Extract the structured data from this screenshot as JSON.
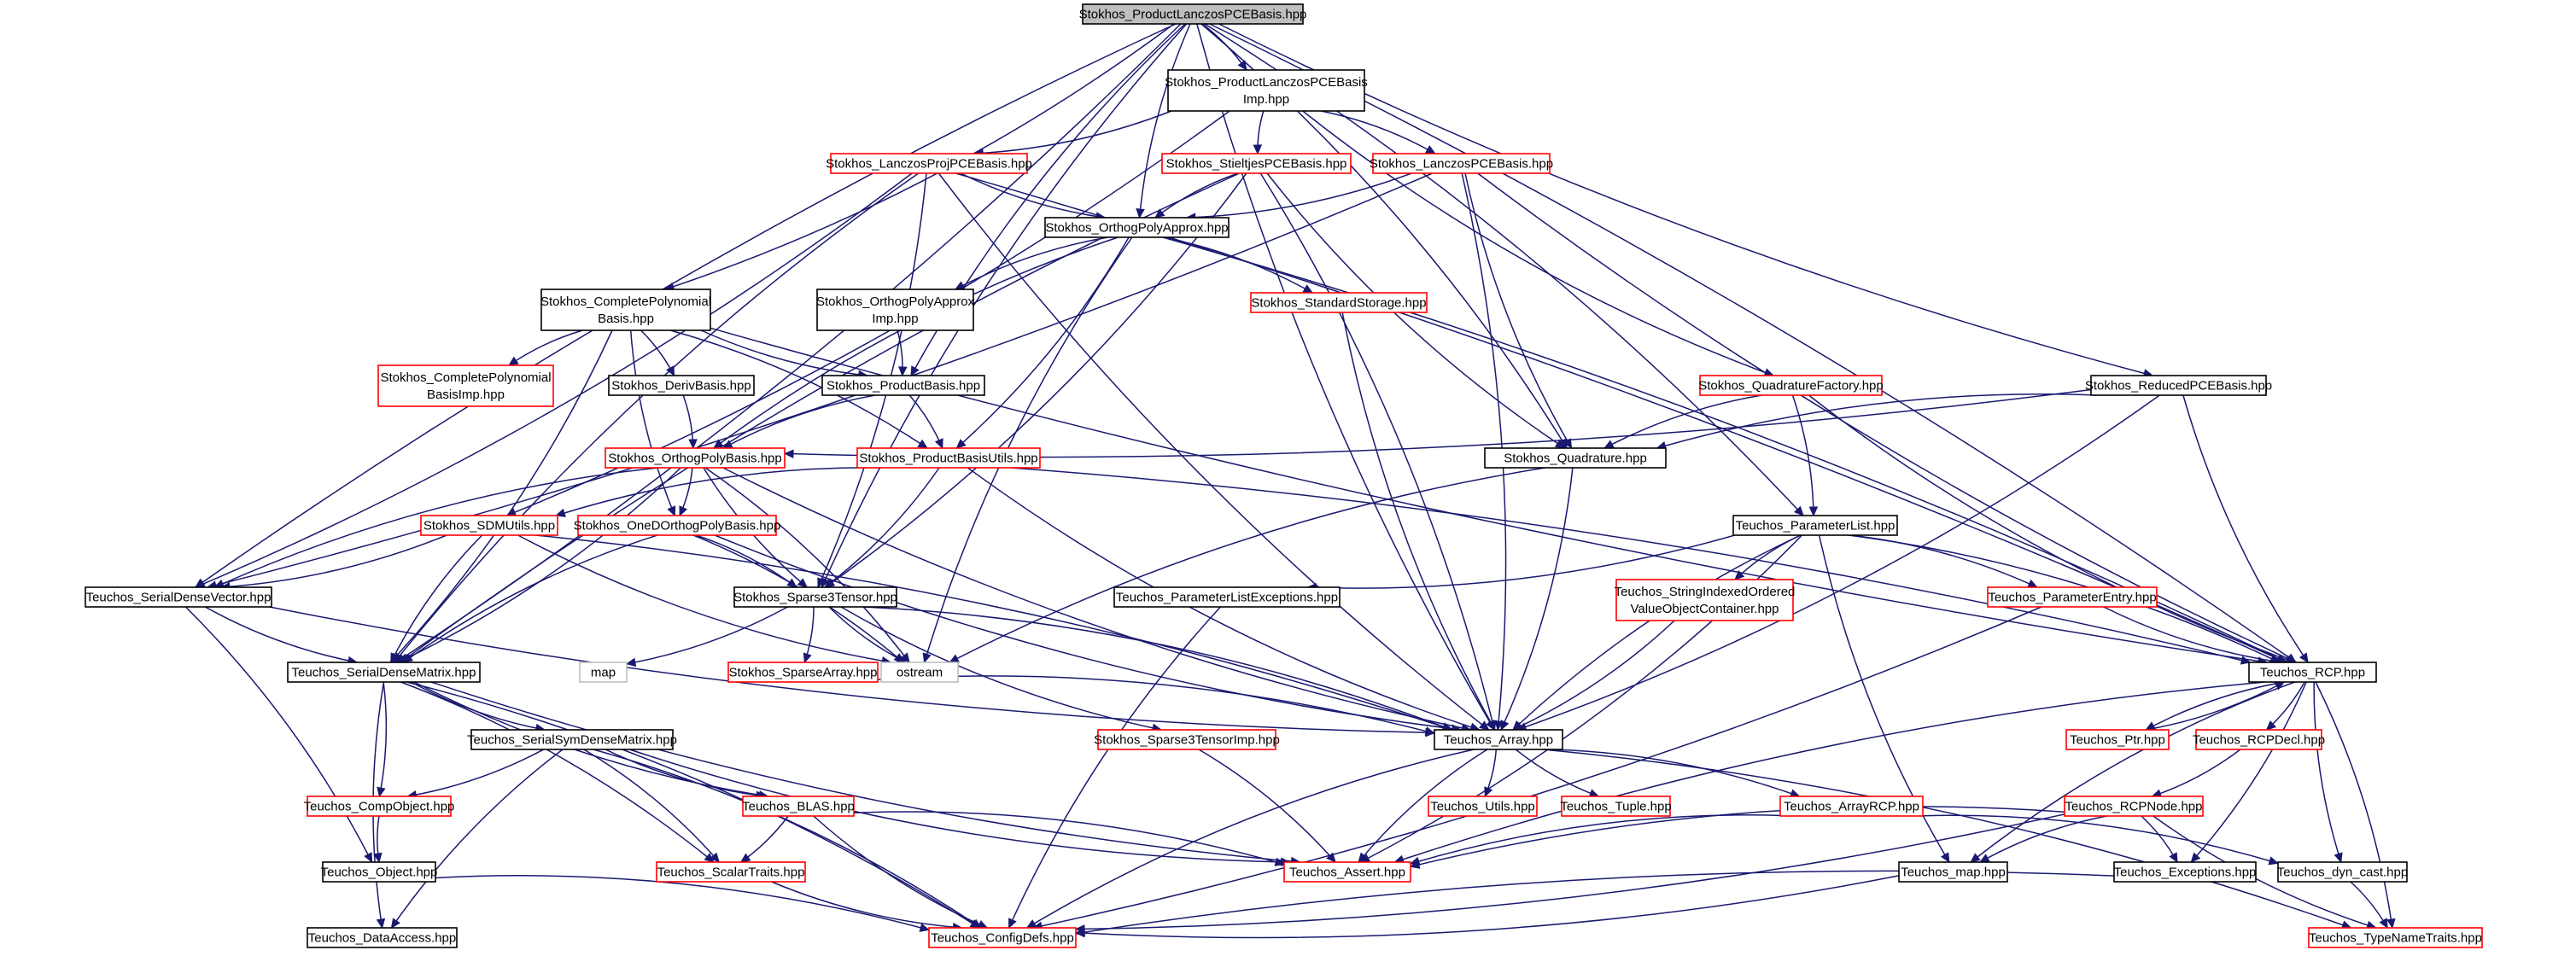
{
  "graph": {
    "colors": {
      "root_fill": "#bfbfbf",
      "normal_border": "#000000",
      "truncated_border": "#ff0000",
      "external_border": "#bfbfbf",
      "edge": "#191970"
    },
    "nodes": [
      {
        "id": "root",
        "lines": [
          "Stokhos_ProductLanczosPCEBasis.hpp"
        ],
        "style": "root"
      },
      {
        "id": "imp",
        "lines": [
          "Stokhos_ProductLanczosPCEBasis",
          "Imp.hpp"
        ],
        "style": "normal"
      },
      {
        "id": "lproj",
        "lines": [
          "Stokhos_LanczosProjPCEBasis.hpp"
        ],
        "style": "truncated"
      },
      {
        "id": "stieltjes",
        "lines": [
          "Stokhos_StieltjesPCEBasis.hpp"
        ],
        "style": "truncated"
      },
      {
        "id": "lanczos",
        "lines": [
          "Stokhos_LanczosPCEBasis.hpp"
        ],
        "style": "truncated"
      },
      {
        "id": "opa",
        "lines": [
          "Stokhos_OrthogPolyApprox.hpp"
        ],
        "style": "normal"
      },
      {
        "id": "cpb",
        "lines": [
          "Stokhos_CompletePolynomial",
          "Basis.hpp"
        ],
        "style": "normal"
      },
      {
        "id": "opaimp",
        "lines": [
          "Stokhos_OrthogPolyApprox",
          "Imp.hpp"
        ],
        "style": "normal"
      },
      {
        "id": "stdstor",
        "lines": [
          "Stokhos_StandardStorage.hpp"
        ],
        "style": "truncated"
      },
      {
        "id": "cpbimp",
        "lines": [
          "Stokhos_CompletePolynomial",
          "BasisImp.hpp"
        ],
        "style": "truncated"
      },
      {
        "id": "deriv",
        "lines": [
          "Stokhos_DerivBasis.hpp"
        ],
        "style": "normal"
      },
      {
        "id": "prodbasis",
        "lines": [
          "Stokhos_ProductBasis.hpp"
        ],
        "style": "normal"
      },
      {
        "id": "quadfac",
        "lines": [
          "Stokhos_QuadratureFactory.hpp"
        ],
        "style": "truncated"
      },
      {
        "id": "reduced",
        "lines": [
          "Stokhos_ReducedPCEBasis.hpp"
        ],
        "style": "normal"
      },
      {
        "id": "opb",
        "lines": [
          "Stokhos_OrthogPolyBasis.hpp"
        ],
        "style": "truncated"
      },
      {
        "id": "pbutils",
        "lines": [
          "Stokhos_ProductBasisUtils.hpp"
        ],
        "style": "truncated"
      },
      {
        "id": "quad",
        "lines": [
          "Stokhos_Quadrature.hpp"
        ],
        "style": "normal"
      },
      {
        "id": "sdm",
        "lines": [
          "Stokhos_SDMUtils.hpp"
        ],
        "style": "truncated"
      },
      {
        "id": "oned",
        "lines": [
          "Stokhos_OneDOrthogPolyBasis.hpp"
        ],
        "style": "truncated"
      },
      {
        "id": "plist",
        "lines": [
          "Teuchos_ParameterList.hpp"
        ],
        "style": "normal"
      },
      {
        "id": "sdv",
        "lines": [
          "Teuchos_SerialDenseVector.hpp"
        ],
        "style": "normal"
      },
      {
        "id": "s3t",
        "lines": [
          "Stokhos_Sparse3Tensor.hpp"
        ],
        "style": "normal"
      },
      {
        "id": "plexc",
        "lines": [
          "Teuchos_ParameterListExceptions.hpp"
        ],
        "style": "normal"
      },
      {
        "id": "sivoc",
        "lines": [
          "Teuchos_StringIndexedOrdered",
          "ValueObjectContainer.hpp"
        ],
        "style": "truncated"
      },
      {
        "id": "pentry",
        "lines": [
          "Teuchos_ParameterEntry.hpp"
        ],
        "style": "truncated"
      },
      {
        "id": "map",
        "lines": [
          "map"
        ],
        "style": "external"
      },
      {
        "id": "ostream",
        "lines": [
          "ostream"
        ],
        "style": "external"
      },
      {
        "id": "sdmat",
        "lines": [
          "Teuchos_SerialDenseMatrix.hpp"
        ],
        "style": "normal"
      },
      {
        "id": "sparr",
        "lines": [
          "Stokhos_SparseArray.hpp"
        ],
        "style": "truncated"
      },
      {
        "id": "rcp",
        "lines": [
          "Teuchos_RCP.hpp"
        ],
        "style": "normal"
      },
      {
        "id": "array",
        "lines": [
          "Teuchos_Array.hpp"
        ],
        "style": "normal"
      },
      {
        "id": "ssdm",
        "lines": [
          "Teuchos_SerialSymDenseMatrix.hpp"
        ],
        "style": "normal"
      },
      {
        "id": "s3timp",
        "lines": [
          "Stokhos_Sparse3TensorImp.hpp"
        ],
        "style": "truncated"
      },
      {
        "id": "ptr",
        "lines": [
          "Teuchos_Ptr.hpp"
        ],
        "style": "truncated"
      },
      {
        "id": "rcpdecl",
        "lines": [
          "Teuchos_RCPDecl.hpp"
        ],
        "style": "truncated"
      },
      {
        "id": "compobj",
        "lines": [
          "Teuchos_CompObject.hpp"
        ],
        "style": "truncated"
      },
      {
        "id": "blas",
        "lines": [
          "Teuchos_BLAS.hpp"
        ],
        "style": "truncated"
      },
      {
        "id": "utils",
        "lines": [
          "Teuchos_Utils.hpp"
        ],
        "style": "truncated"
      },
      {
        "id": "tuple",
        "lines": [
          "Teuchos_Tuple.hpp"
        ],
        "style": "truncated"
      },
      {
        "id": "arcp",
        "lines": [
          "Teuchos_ArrayRCP.hpp"
        ],
        "style": "truncated"
      },
      {
        "id": "rcpnode",
        "lines": [
          "Teuchos_RCPNode.hpp"
        ],
        "style": "truncated"
      },
      {
        "id": "object",
        "lines": [
          "Teuchos_Object.hpp"
        ],
        "style": "normal"
      },
      {
        "id": "sctraits",
        "lines": [
          "Teuchos_ScalarTraits.hpp"
        ],
        "style": "truncated"
      },
      {
        "id": "assert",
        "lines": [
          "Teuchos_Assert.hpp"
        ],
        "style": "truncated"
      },
      {
        "id": "tmap",
        "lines": [
          "Teuchos_map.hpp"
        ],
        "style": "normal"
      },
      {
        "id": "exc",
        "lines": [
          "Teuchos_Exceptions.hpp"
        ],
        "style": "normal"
      },
      {
        "id": "dyncast",
        "lines": [
          "Teuchos_dyn_cast.hpp"
        ],
        "style": "normal"
      },
      {
        "id": "dacc",
        "lines": [
          "Teuchos_DataAccess.hpp"
        ],
        "style": "normal"
      },
      {
        "id": "cfg",
        "lines": [
          "Teuchos_ConfigDefs.hpp"
        ],
        "style": "truncated"
      },
      {
        "id": "tnt",
        "lines": [
          "Teuchos_TypeNameTraits.hpp"
        ],
        "style": "truncated"
      }
    ],
    "edges": [
      [
        "root",
        "imp"
      ],
      [
        "root",
        "opa"
      ],
      [
        "root",
        "cpb"
      ],
      [
        "root",
        "prodbasis"
      ],
      [
        "root",
        "quad"
      ],
      [
        "root",
        "sdv"
      ],
      [
        "root",
        "sdmat"
      ],
      [
        "root",
        "s3t"
      ],
      [
        "root",
        "plist"
      ],
      [
        "root",
        "reduced"
      ],
      [
        "root",
        "rcp"
      ],
      [
        "root",
        "array"
      ],
      [
        "imp",
        "lproj"
      ],
      [
        "imp",
        "stieltjes"
      ],
      [
        "imp",
        "lanczos"
      ],
      [
        "imp",
        "quadfac"
      ],
      [
        "imp",
        "sdm"
      ],
      [
        "lproj",
        "opa"
      ],
      [
        "lproj",
        "sdv"
      ],
      [
        "lproj",
        "sdmat"
      ],
      [
        "lproj",
        "s3t"
      ],
      [
        "lproj",
        "array"
      ],
      [
        "lproj",
        "rcp"
      ],
      [
        "stieltjes",
        "opa"
      ],
      [
        "stieltjes",
        "s3t"
      ],
      [
        "stieltjes",
        "quad"
      ],
      [
        "stieltjes",
        "array"
      ],
      [
        "stieltjes",
        "sdmat"
      ],
      [
        "lanczos",
        "opa"
      ],
      [
        "lanczos",
        "quad"
      ],
      [
        "lanczos",
        "array"
      ],
      [
        "lanczos",
        "rcp"
      ],
      [
        "lanczos",
        "sdv"
      ],
      [
        "opa",
        "opaimp"
      ],
      [
        "opa",
        "stdstor"
      ],
      [
        "opa",
        "opb"
      ],
      [
        "opa",
        "pbutils"
      ],
      [
        "opa",
        "ostream"
      ],
      [
        "opa",
        "rcp"
      ],
      [
        "cpb",
        "cpbimp"
      ],
      [
        "cpb",
        "deriv"
      ],
      [
        "cpb",
        "prodbasis"
      ],
      [
        "cpb",
        "pbutils"
      ],
      [
        "cpb",
        "oned"
      ],
      [
        "cpb",
        "sdmat"
      ],
      [
        "cpb",
        "rcp"
      ],
      [
        "opaimp",
        "prodbasis"
      ],
      [
        "stdstor",
        "array"
      ],
      [
        "deriv",
        "opb"
      ],
      [
        "prodbasis",
        "opb"
      ],
      [
        "prodbasis",
        "pbutils"
      ],
      [
        "quadfac",
        "quad"
      ],
      [
        "quadfac",
        "plist"
      ],
      [
        "quadfac",
        "rcp"
      ],
      [
        "reduced",
        "opb"
      ],
      [
        "reduced",
        "quad"
      ],
      [
        "reduced",
        "array"
      ],
      [
        "reduced",
        "rcp"
      ],
      [
        "opb",
        "oned"
      ],
      [
        "opb",
        "s3t"
      ],
      [
        "opb",
        "sdmat"
      ],
      [
        "opb",
        "sdv"
      ],
      [
        "opb",
        "ostream"
      ],
      [
        "opb",
        "array"
      ],
      [
        "pbutils",
        "s3t"
      ],
      [
        "pbutils",
        "sdm"
      ],
      [
        "pbutils",
        "rcp"
      ],
      [
        "pbutils",
        "array"
      ],
      [
        "quad",
        "array"
      ],
      [
        "quad",
        "ostream"
      ],
      [
        "sdm",
        "sdv"
      ],
      [
        "sdm",
        "sdmat"
      ],
      [
        "sdm",
        "array"
      ],
      [
        "sdm",
        "ostream"
      ],
      [
        "oned",
        "s3t"
      ],
      [
        "oned",
        "sdmat"
      ],
      [
        "oned",
        "ostream"
      ],
      [
        "oned",
        "array"
      ],
      [
        "plist",
        "plexc"
      ],
      [
        "plist",
        "sivoc"
      ],
      [
        "plist",
        "pentry"
      ],
      [
        "plist",
        "array"
      ],
      [
        "plist",
        "rcp"
      ],
      [
        "plist",
        "tmap"
      ],
      [
        "plist",
        "assert"
      ],
      [
        "sdv",
        "sdmat"
      ],
      [
        "sdv",
        "object"
      ],
      [
        "sdv",
        "array"
      ],
      [
        "s3t",
        "map"
      ],
      [
        "s3t",
        "ostream"
      ],
      [
        "s3t",
        "sparr"
      ],
      [
        "s3t",
        "s3timp"
      ],
      [
        "s3t",
        "array"
      ],
      [
        "plexc",
        "cfg"
      ],
      [
        "sivoc",
        "array"
      ],
      [
        "pentry",
        "rcp"
      ],
      [
        "pentry",
        "cfg"
      ],
      [
        "sdmat",
        "ssdm"
      ],
      [
        "sdmat",
        "compobj"
      ],
      [
        "sdmat",
        "blas"
      ],
      [
        "sdmat",
        "sctraits"
      ],
      [
        "sdmat",
        "dacc"
      ],
      [
        "sdmat",
        "cfg"
      ],
      [
        "sdmat",
        "assert"
      ],
      [
        "sparr",
        "array"
      ],
      [
        "rcp",
        "ptr"
      ],
      [
        "rcp",
        "rcpdecl"
      ],
      [
        "rcp",
        "tmap"
      ],
      [
        "rcp",
        "exc"
      ],
      [
        "rcp",
        "dyncast"
      ],
      [
        "rcp",
        "tnt"
      ],
      [
        "rcp",
        "assert"
      ],
      [
        "array",
        "utils"
      ],
      [
        "array",
        "tuple"
      ],
      [
        "array",
        "arcp"
      ],
      [
        "array",
        "assert"
      ],
      [
        "array",
        "tnt"
      ],
      [
        "array",
        "cfg"
      ],
      [
        "ssdm",
        "compobj"
      ],
      [
        "ssdm",
        "blas"
      ],
      [
        "ssdm",
        "sctraits"
      ],
      [
        "ssdm",
        "dacc"
      ],
      [
        "ssdm",
        "cfg"
      ],
      [
        "ssdm",
        "assert"
      ],
      [
        "s3timp",
        "assert"
      ],
      [
        "ptr",
        "rcp"
      ],
      [
        "rcpdecl",
        "rcpnode"
      ],
      [
        "compobj",
        "object"
      ],
      [
        "blas",
        "sctraits"
      ],
      [
        "blas",
        "cfg"
      ],
      [
        "blas",
        "assert"
      ],
      [
        "arcp",
        "assert"
      ],
      [
        "arcp",
        "dyncast"
      ],
      [
        "rcpnode",
        "tmap"
      ],
      [
        "rcpnode",
        "exc"
      ],
      [
        "rcpnode",
        "tnt"
      ],
      [
        "rcpnode",
        "cfg"
      ],
      [
        "rcpnode",
        "assert"
      ],
      [
        "object",
        "cfg"
      ],
      [
        "sctraits",
        "cfg"
      ],
      [
        "tmap",
        "cfg"
      ],
      [
        "exc",
        "cfg"
      ],
      [
        "dyncast",
        "tnt"
      ]
    ]
  }
}
